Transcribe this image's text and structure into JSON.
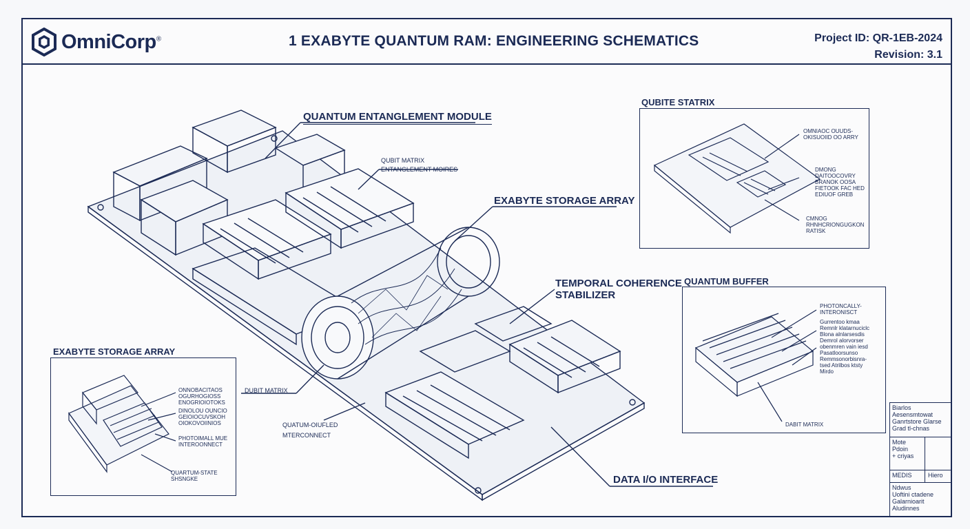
{
  "header": {
    "logo_name": "OmniCorp",
    "logo_mark": "®",
    "title": "1 EXABYTE QUANTUM RAM: ENGINEERING SCHEMATICS",
    "project_id": "Project ID: QR-1EB-2024",
    "revision": "Revision: 3.1"
  },
  "main_labels": {
    "entanglement": "QUANTUM ENTANGLEMENT MODULE",
    "qubit_matrix": "QUBIT MATRIX",
    "entanglement_moires": "ENTANGLEMENT MOIRES",
    "storage_array": "EXABYTE STORAGE ARRAY",
    "temporal_1": "TEMPORAL COHERENCE",
    "temporal_2": "STABILIZER",
    "dubit_matrix": "DUBIT MATRIX",
    "interconnect_1": "QUATUM-OIUFLED",
    "interconnect_2": "MTERCONNECT",
    "data_io": "DATA I/O INTERFACE"
  },
  "panel_qubit": {
    "title": "QUBITE STATRIX",
    "note1": [
      "OMNIAOC OUUDS-",
      "OKISUOIID OO ARRY"
    ],
    "note2": [
      "DMONG",
      "DAITOOCOVRY",
      "BRANOK OOSA",
      "FIETOOK FAC HED",
      "EDIUOF GREB"
    ],
    "note3": [
      "CMNOG",
      "RHNHCRIONGUGKON",
      "RATISK"
    ]
  },
  "panel_buffer": {
    "title": "QUANTUM BUFFER",
    "note1": [
      "PHOTONCALLY-",
      "INTERONISCT"
    ],
    "note2": [
      "Gurrentoo kmaa",
      "Remnlr klatarnuciclc",
      "Blona alnlarsesdis",
      "Demrol alorvorser",
      "obenmren vain iesd",
      "Pasatloorsunso",
      "Remmsonorbisnra-",
      "tsed Atrilbos ktsty",
      "Mirdo"
    ],
    "bottom": "DABIT MATRIX"
  },
  "panel_storage": {
    "title": "EXABYTE STORAGE ARRAY",
    "note1": [
      "ONNOBACITAOS",
      "OGURHOGIOSS",
      "ENOGRIOIOTOKS"
    ],
    "note2": [
      "DINOLOU OUNCIO",
      "GEIOIOCUVSKOH",
      "OIOKOVOIINIOS"
    ],
    "note3": [
      "PHOTOIMALL MUE",
      "INTEROONNECT"
    ],
    "note4": [
      "QUARTUM-STATE",
      "SHSNGKE"
    ]
  },
  "titleblock": {
    "r1": [
      "Biarlos",
      "Aesensmtowat",
      "Ganrtstore Glarse",
      "Grad tl-chnas"
    ],
    "r2a": [
      "Mote",
      "Pdoin",
      "+ criyas"
    ],
    "r3a": "MEDIS",
    "r3b": "Hiero",
    "r4": [
      "Ndwus",
      "Uoftini ctadene",
      "Galarnioarit",
      "Aludinnes"
    ]
  },
  "colors": {
    "ink": "#1b2a55",
    "paper": "#fbfbfc"
  },
  "icons": [
    "omnicorp-hex-logo-icon"
  ]
}
